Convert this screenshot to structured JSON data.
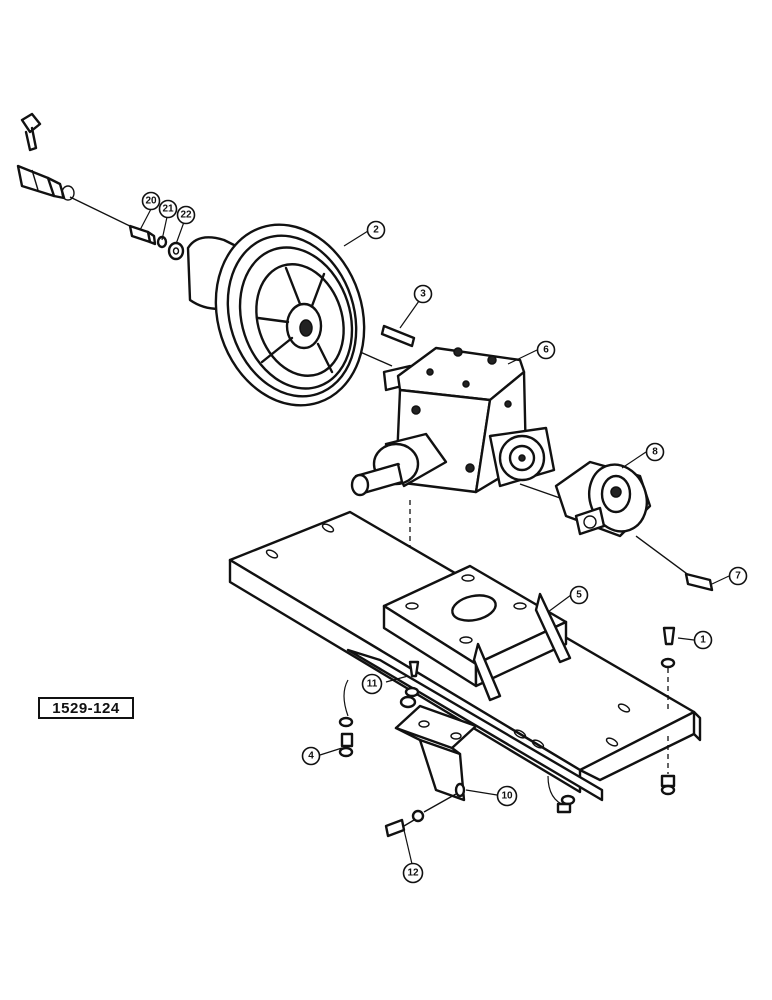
{
  "figure_code": "1529-124",
  "callouts": [
    "1",
    "2",
    "3",
    "4",
    "5",
    "6",
    "7",
    "8",
    "10",
    "11",
    "12",
    "20",
    "21",
    "22"
  ]
}
